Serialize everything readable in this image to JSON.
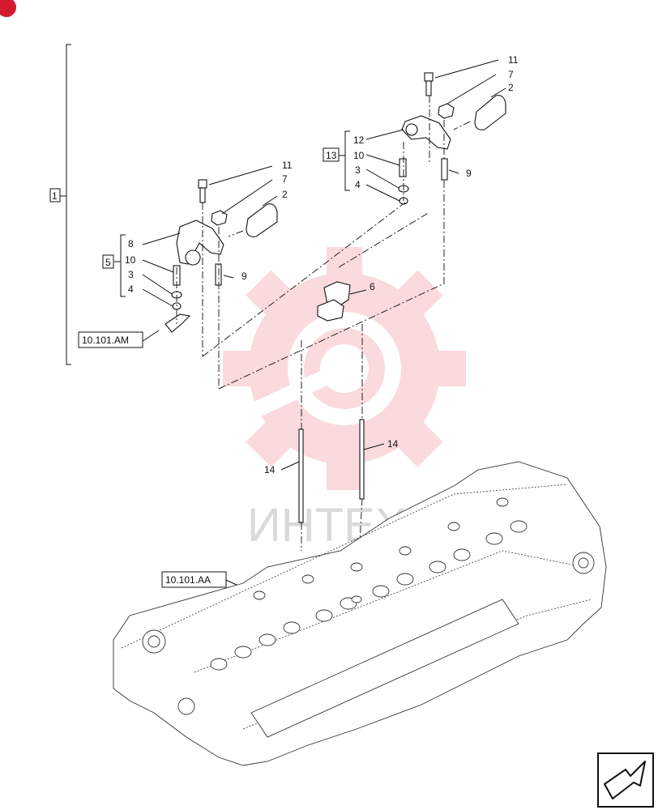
{
  "callouts": {
    "upper_rocker": {
      "n11": "11",
      "n7": "7",
      "n2": "2",
      "n12": "12",
      "n10": "10",
      "n3": "3",
      "n4": "4",
      "n9": "9",
      "group": "13"
    },
    "lower_rocker": {
      "n11": "11",
      "n7": "7",
      "n2": "2",
      "n8": "8",
      "n10": "10",
      "n3": "3",
      "n4": "4",
      "n9": "9",
      "group": "5"
    },
    "assembly_group": "1",
    "bridge": "6",
    "pushrod_left": "14",
    "pushrod_right": "14"
  },
  "references": {
    "rocker_ref": "10.101.AM",
    "head_ref": "10.101.AA"
  },
  "watermark": {
    "text": "ИНТЕХ",
    "color": "#e8384a"
  },
  "icons": {
    "corner_badge": "brand-badge-icon",
    "nav_arrow": "next-page-arrow-icon"
  }
}
